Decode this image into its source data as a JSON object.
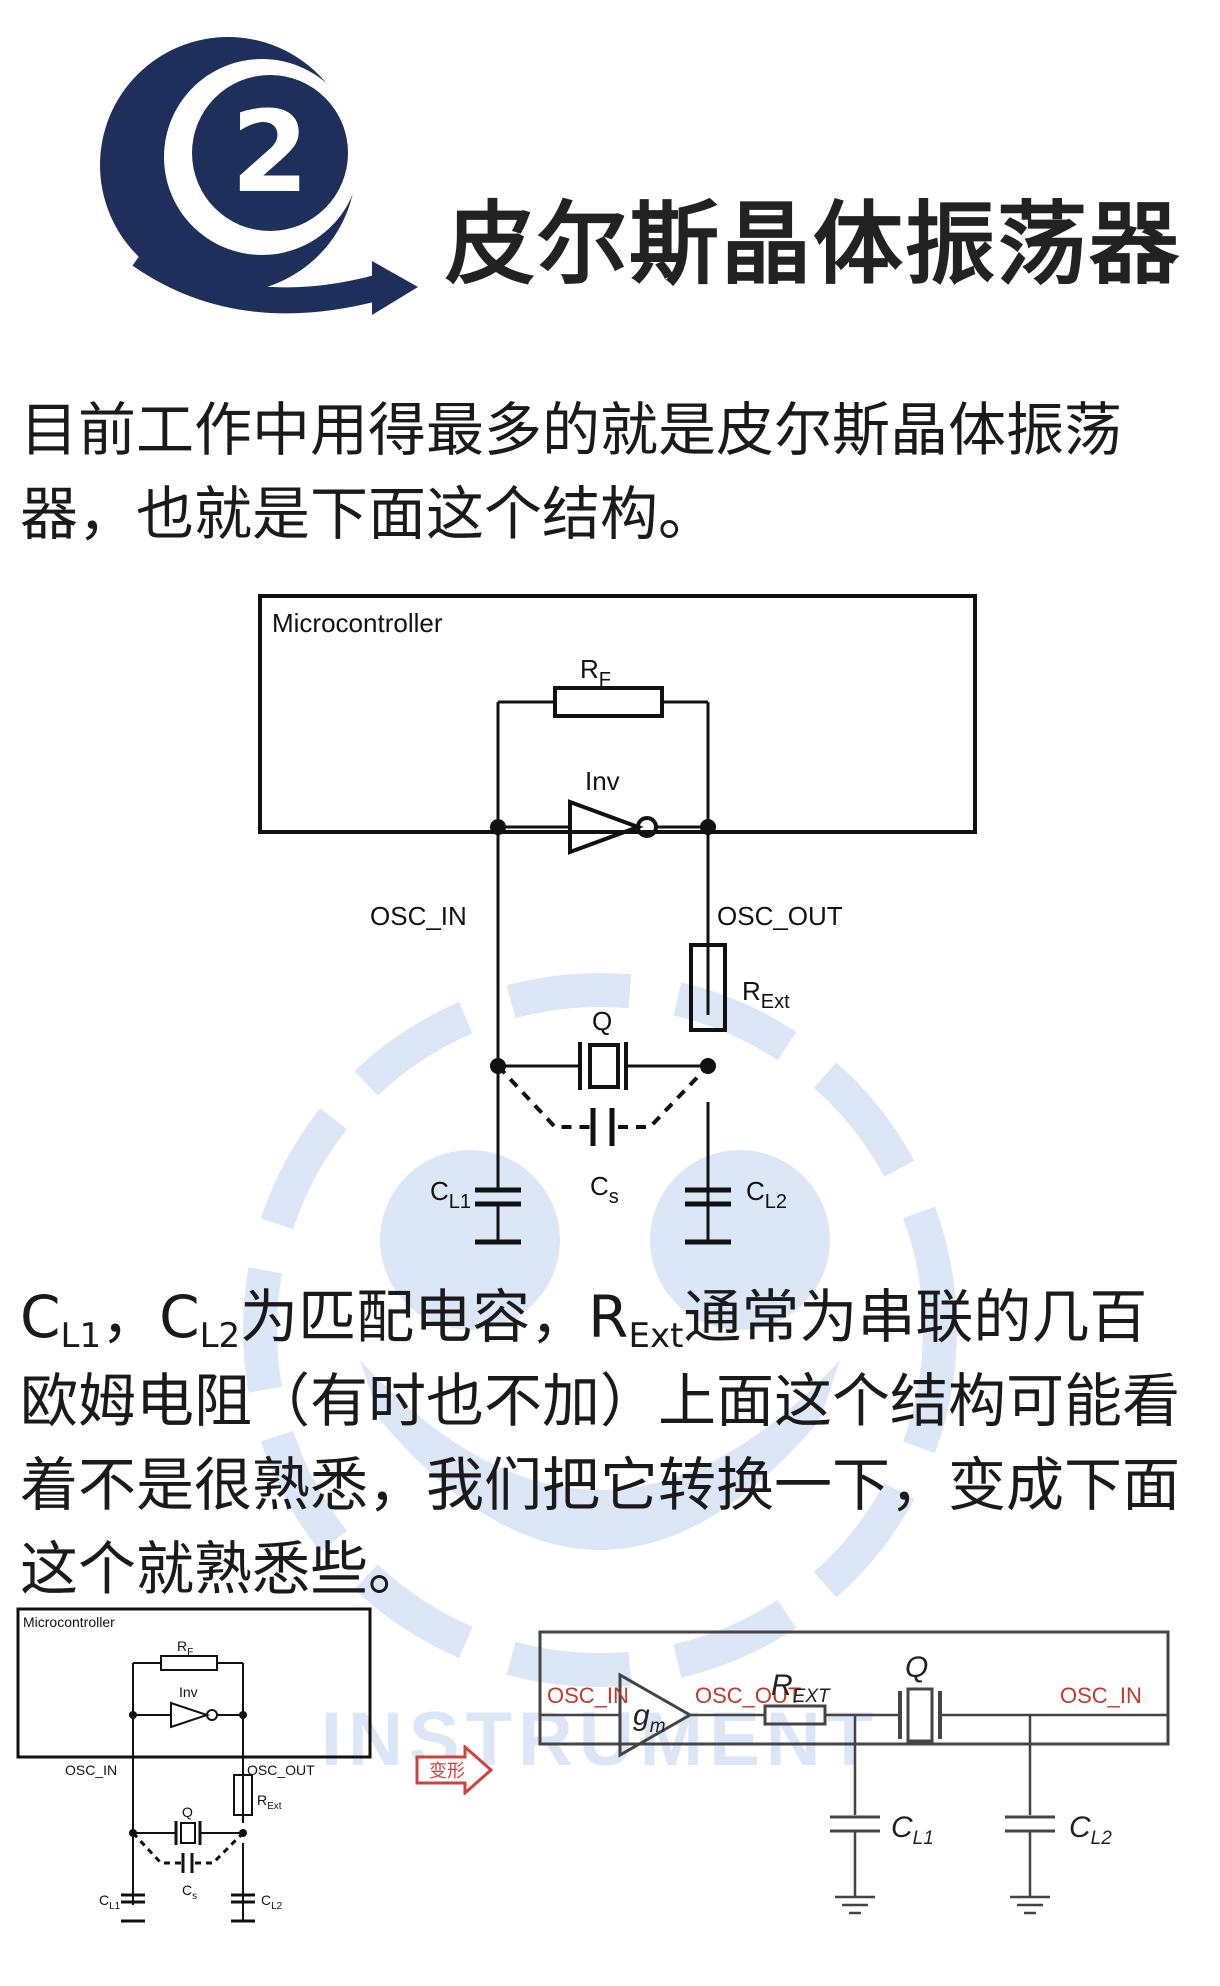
{
  "title": "皮尔斯晶体振荡器",
  "logo_number": "2",
  "paragraph1": "目前工作中用得最多的就是皮尔斯晶体振荡器，也就是下面这个结构。",
  "paragraph2": {
    "p1": "C",
    "s1": "L1",
    "p2": "，C",
    "s2": "L2",
    "p3": "为匹配电容，R",
    "s3": "Ext",
    "p4": "通常为串联的几百欧姆电阻（有时也不加）上面这个结构可能看着不是很熟悉，我们把它转换一下，变成下面这个就熟悉些。"
  },
  "circuit1": {
    "box_label": "Microcontroller",
    "rf": "R",
    "rf_sub": "F",
    "inv": "Inv",
    "osc_in": "OSC_IN",
    "osc_out": "OSC_OUT",
    "rext": "R",
    "rext_sub": "Ext",
    "q": "Q",
    "cl1": "C",
    "cl1_sub": "L1",
    "cs": "C",
    "cs_sub": "s",
    "cl2": "C",
    "cl2_sub": "L2"
  },
  "arrow_label": "变形",
  "circuit2": {
    "osc_in_left": "OSC_IN",
    "gm": "g",
    "gm_sub": "m",
    "osc_out": "OSC_OUT",
    "rext": "R",
    "rext_sub": "EXT",
    "q": "Q",
    "osc_in_right": "OSC_IN",
    "cl1": "C",
    "cl1_sub": "L1",
    "cl2": "C",
    "cl2_sub": "L2"
  },
  "colors": {
    "logo_navy": "#1f2f5c",
    "watermark_blue": "#dbe7f6",
    "osc_label_red": "#c0392b",
    "arrow_red": "#d04040"
  },
  "watermark_text": "INSTRUMENT"
}
